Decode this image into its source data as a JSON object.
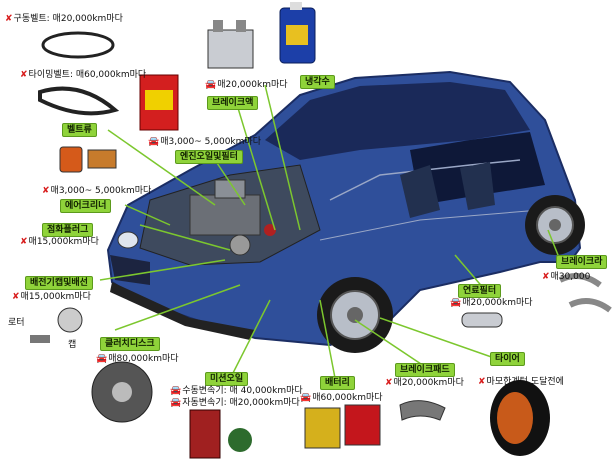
{
  "colors": {
    "car_body": "#2f4f9a",
    "car_dark": "#1b2d63",
    "label_bg": "#8fd33a",
    "leader": "#7cc72e",
    "warn_mark": "#d81c1c"
  },
  "icons": {
    "warn": "x-mark-icon",
    "car": "car-icon"
  },
  "labels": {
    "timing_belt": "구동벨트: 매20,000km마다",
    "timing_belt2": "타이밍벨트: 매60,000km마다",
    "belt_pump": "벨트류",
    "coolant_int": "매20,000km마다",
    "coolant": "냉각수",
    "brake_fluid": "브레이크액",
    "oil_int": "매3,000~ 5,000km마다",
    "oil_filter": "엔진오일및필터",
    "air_int": "매3,000~ 5,000km마다",
    "air_cleaner": "에어크리너",
    "plug": "점화플러그",
    "plug_int": "매15,000km마다",
    "wire": "배전기캡및배선",
    "wire_int": "매15,000km마다",
    "rotor": "로터",
    "cap": "캡",
    "clutch": "클러치디스크",
    "clutch_int": "매80,000km마다",
    "trans": "미션오일",
    "trans_manual": "수동변속기: 매 40,000km마다",
    "trans_auto": "자동변속기: 매20,000km마다",
    "battery": "배터리",
    "battery_int": "매60,000km마다",
    "brake_pad": "브레이크패드",
    "brake_pad_int": "매20,000km마다",
    "tire": "타이어",
    "tire_int": "마모한계턱 도달전에",
    "fuel_filter": "연료필터",
    "fuel_int": "매20,000km마다",
    "brake_lining": "브레이크라",
    "lining_int": "매30,000"
  }
}
